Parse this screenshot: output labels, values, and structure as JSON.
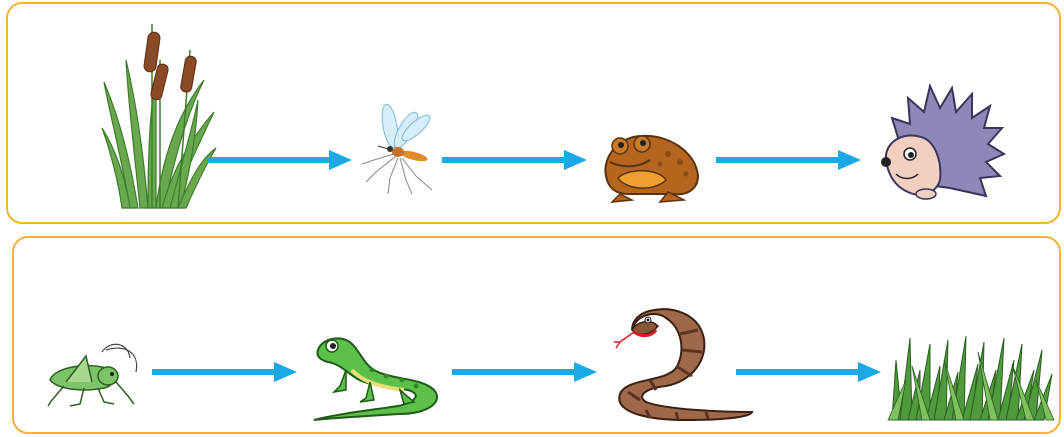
{
  "food_chains": [
    {
      "organisms": [
        {
          "name": "cattail",
          "icon": "cattail-plant-icon"
        },
        {
          "name": "mosquito",
          "icon": "mosquito-icon"
        },
        {
          "name": "toad",
          "icon": "toad-icon"
        },
        {
          "name": "hedgehog",
          "icon": "hedgehog-icon"
        }
      ]
    },
    {
      "organisms": [
        {
          "name": "grasshopper",
          "icon": "grasshopper-icon"
        },
        {
          "name": "lizard",
          "icon": "lizard-icon"
        },
        {
          "name": "snake",
          "icon": "snake-icon"
        },
        {
          "name": "grass",
          "icon": "grass-icon"
        }
      ]
    }
  ],
  "colors": {
    "frame": "#f5b335",
    "arrow": "#19a9e6"
  }
}
